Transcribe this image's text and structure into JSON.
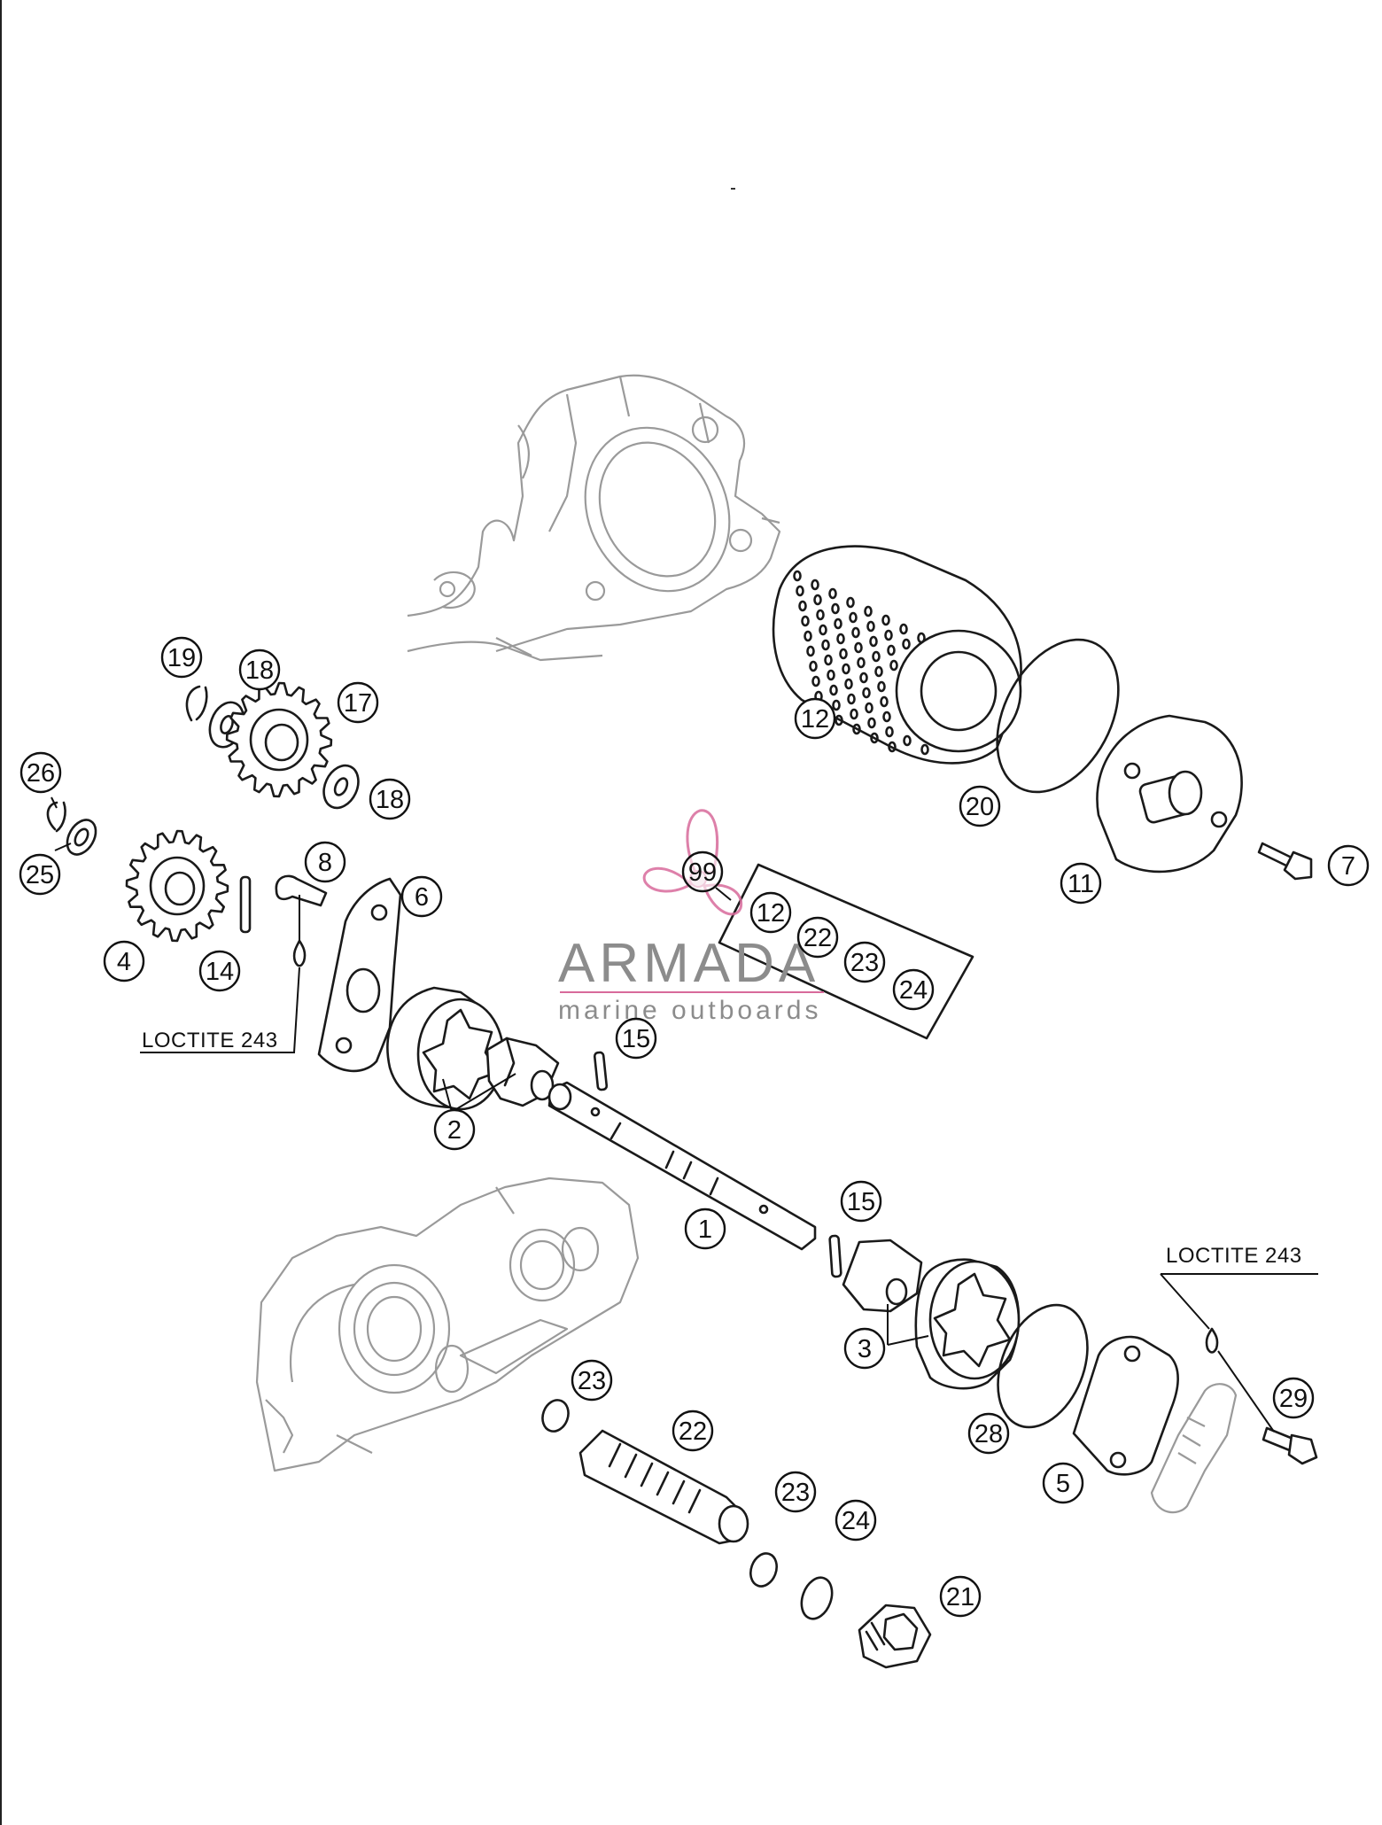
{
  "watermark": {
    "brand": "ARMADA",
    "tagline": "marine outboards",
    "accent_color": "#d86a9b",
    "text_color": "#8c8c8c"
  },
  "notes": {
    "loctite_left": "LOCTITE 243",
    "loctite_right": "LOCTITE 243"
  },
  "callouts": [
    {
      "id": "c-1",
      "label": "1"
    },
    {
      "id": "c-2",
      "label": "2"
    },
    {
      "id": "c-3",
      "label": "3"
    },
    {
      "id": "c-4",
      "label": "4"
    },
    {
      "id": "c-5",
      "label": "5"
    },
    {
      "id": "c-6",
      "label": "6"
    },
    {
      "id": "c-7",
      "label": "7"
    },
    {
      "id": "c-8",
      "label": "8"
    },
    {
      "id": "c-11",
      "label": "11"
    },
    {
      "id": "c-12a",
      "label": "12"
    },
    {
      "id": "c-12b",
      "label": "12"
    },
    {
      "id": "c-14",
      "label": "14"
    },
    {
      "id": "c-15a",
      "label": "15"
    },
    {
      "id": "c-15b",
      "label": "15"
    },
    {
      "id": "c-17",
      "label": "17"
    },
    {
      "id": "c-18a",
      "label": "18"
    },
    {
      "id": "c-18b",
      "label": "18"
    },
    {
      "id": "c-19",
      "label": "19"
    },
    {
      "id": "c-20",
      "label": "20"
    },
    {
      "id": "c-21",
      "label": "21"
    },
    {
      "id": "c-22a",
      "label": "22"
    },
    {
      "id": "c-22b",
      "label": "22"
    },
    {
      "id": "c-23a",
      "label": "23"
    },
    {
      "id": "c-23b",
      "label": "23"
    },
    {
      "id": "c-23c",
      "label": "23"
    },
    {
      "id": "c-24a",
      "label": "24"
    },
    {
      "id": "c-24b",
      "label": "24"
    },
    {
      "id": "c-25",
      "label": "25"
    },
    {
      "id": "c-26",
      "label": "26"
    },
    {
      "id": "c-28",
      "label": "28"
    },
    {
      "id": "c-29",
      "label": "29"
    },
    {
      "id": "c-99",
      "label": "99"
    }
  ]
}
